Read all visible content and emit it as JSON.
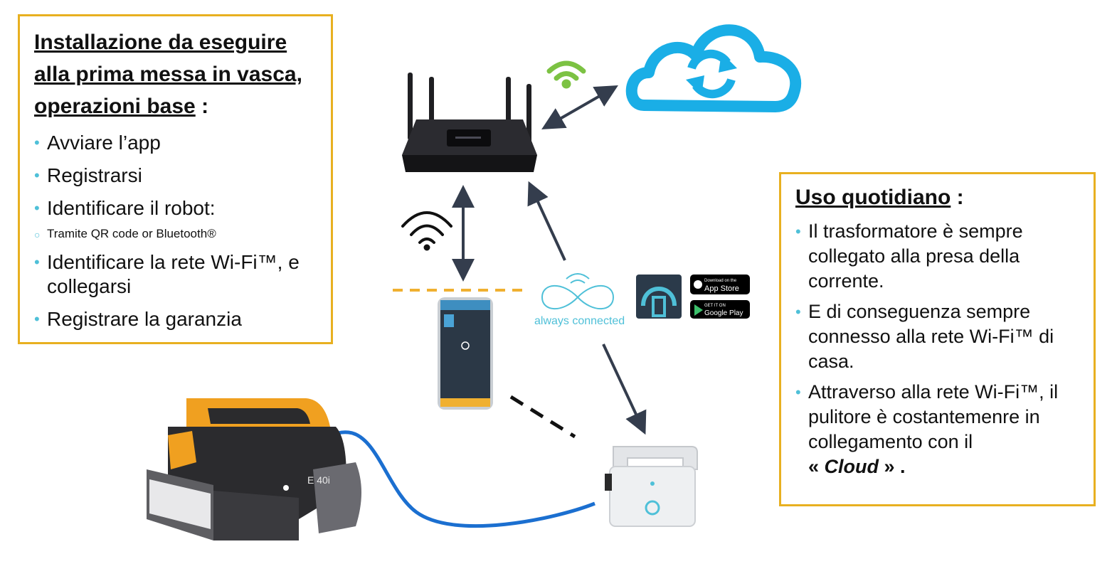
{
  "setup": {
    "title_underlined": "Installazione da eseguire alla prima messa in vasca, operazioni base",
    "title_suffix": " :",
    "items": [
      {
        "text": "Avviare l’app",
        "sub": false
      },
      {
        "text": "Registrarsi",
        "sub": false
      },
      {
        "text": "Identificare il robot:",
        "sub": false
      },
      {
        "text": "Tramite QR code or Bluetooth®",
        "sub": true
      },
      {
        "text": "Identificare la rete Wi-Fi™, e collegarsi",
        "sub": false
      },
      {
        "text": "Registrare la garanzia",
        "sub": false
      }
    ]
  },
  "daily": {
    "title_underlined": "Uso quotidiano",
    "title_suffix": " :",
    "items": [
      "Il trasformatore è sempre collegato alla presa della corrente.",
      "E di conseguenza sempre connesso alla rete Wi-Fi™ di casa.",
      "Attraverso alla rete Wi-Fi™, il pulitore è costantemenre in collegamento con il"
    ],
    "cloud_open": "« ",
    "cloud_word": "Cloud",
    "cloud_close": " » ."
  },
  "logo": {
    "text": "always connected"
  },
  "stores": {
    "apple_small": "Download on the",
    "apple_big": "App Store",
    "google_small": "GET IT ON",
    "google_big": "Google Play"
  },
  "robot": {
    "model": "E 40i"
  },
  "colors": {
    "box_border": "#e8b020",
    "bullet": "#4fc0d8",
    "cloud": "#1aaee6",
    "wifi_green": "#7cc243",
    "arrow": "#343d4d",
    "cable": "#1b6fd0",
    "dashed_orange": "#f0b030"
  }
}
